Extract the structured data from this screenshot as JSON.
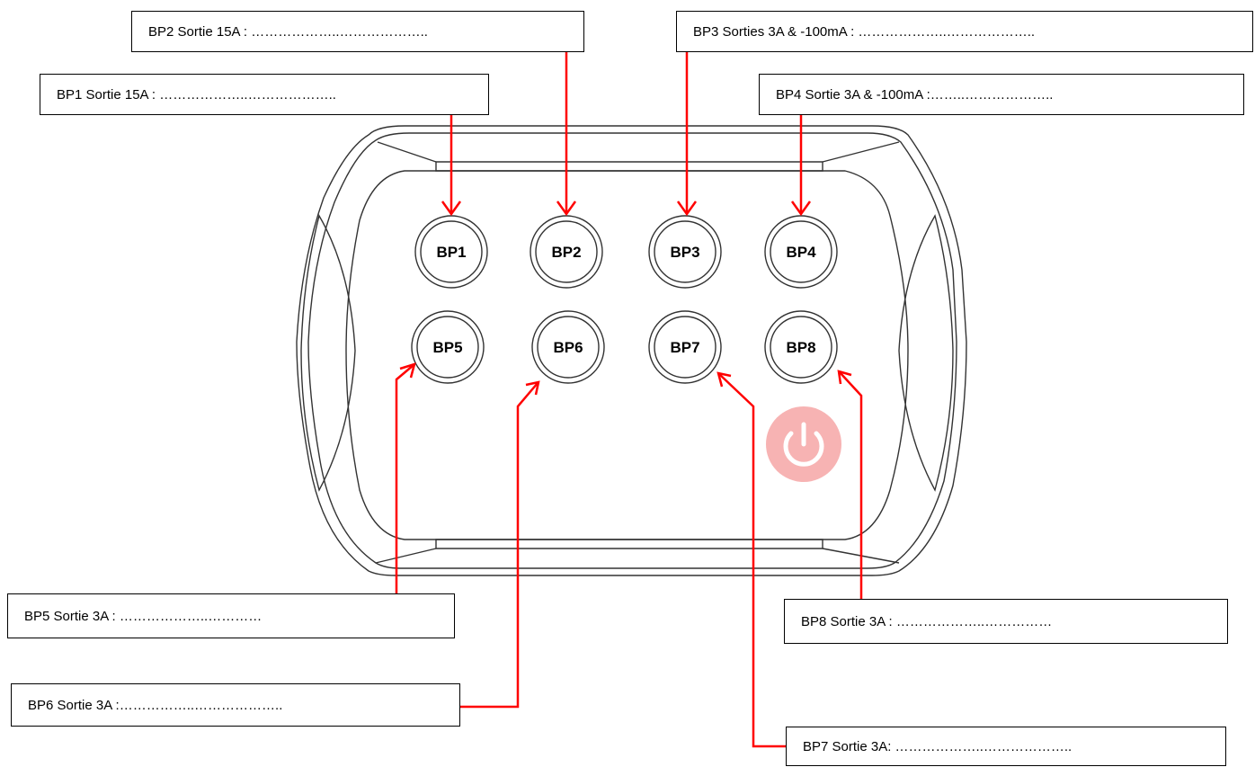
{
  "labels": {
    "bp1": "BP1 Sortie 15A : ………………..………………..",
    "bp2": "BP2 Sortie 15A : ………………..………………..",
    "bp3": "BP3 Sorties 3A & -100mA : ………………..………………..",
    "bp4": "BP4 Sortie 3A & -100mA :……..………………..",
    "bp5": "BP5 Sortie 3A : ………………..…………",
    "bp6": "BP6 Sortie 3A :……………..………………..",
    "bp7": "BP7 Sortie 3A: ………………..………………..",
    "bp8": "BP8 Sortie 3A : ………………..……………"
  },
  "buttons": {
    "bp1": "BP1",
    "bp2": "BP2",
    "bp3": "BP3",
    "bp4": "BP4",
    "bp5": "BP5",
    "bp6": "BP6",
    "bp7": "BP7",
    "bp8": "BP8"
  },
  "icons": {
    "power": "power-icon"
  },
  "colors": {
    "arrow": "#ff0000",
    "power_button": "#f08a8a",
    "housing_outline": "#333333"
  }
}
